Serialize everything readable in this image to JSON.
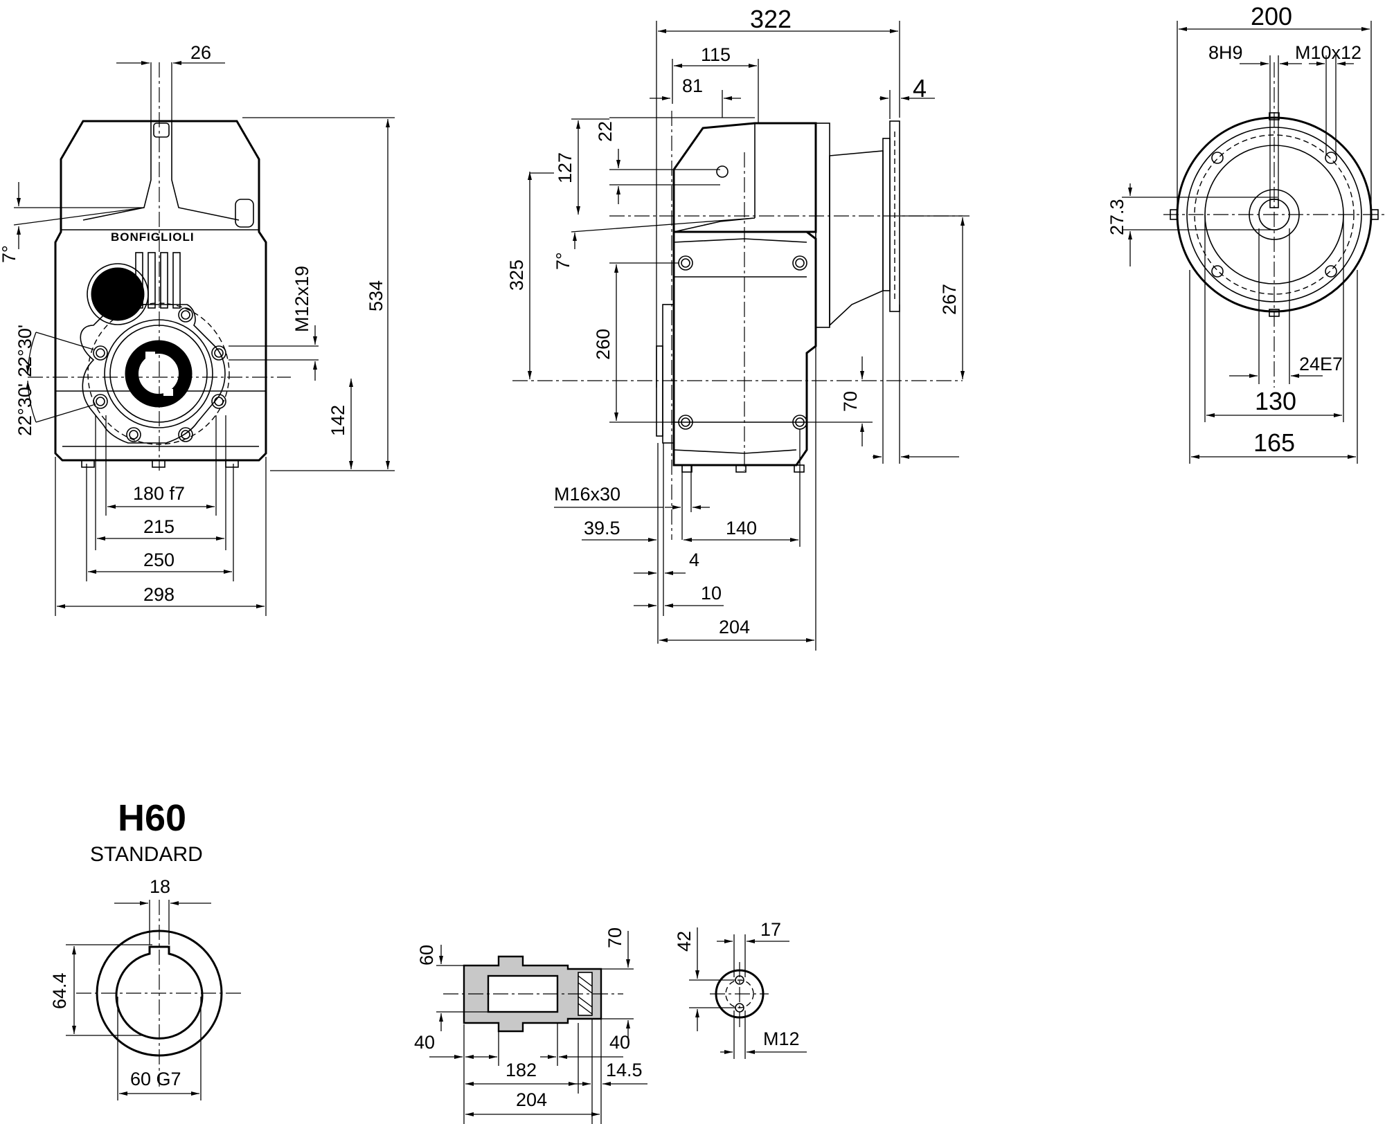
{
  "title": "H60",
  "subtitle": "STANDARD",
  "brand": "BONFIGLIOLI",
  "front_view": {
    "dims": {
      "top_width": "26",
      "angle": "7°",
      "thread": "M12x19",
      "height": "534",
      "angle_upper": "22°30'",
      "angle_lower": "22°30'",
      "shaft_height": "142",
      "d180": "180 f7",
      "d215": "215",
      "d250": "250",
      "d298": "298"
    }
  },
  "side_view": {
    "dims": {
      "d322": "322",
      "d115": "115",
      "d81": "81",
      "d4_top": "4",
      "d22": "22",
      "d127": "127",
      "angle": "7°",
      "d325": "325",
      "d260": "260",
      "d267": "267",
      "d70": "70",
      "thread": "M16x30",
      "d39_5": "39.5",
      "d140": "140",
      "d4_bot": "4",
      "d10": "10",
      "d204": "204"
    }
  },
  "flange_view": {
    "dims": {
      "d200": "200",
      "key": "8H9",
      "thread": "M10x12",
      "d27_3": "27.3",
      "bore": "24E7",
      "d130": "130",
      "d165": "165"
    }
  },
  "shaft_section": {
    "dims": {
      "d18": "18",
      "d64_4": "64.4",
      "bore": "60 G7"
    }
  },
  "hollow_shaft": {
    "dims": {
      "d60": "60",
      "d70": "70",
      "d40_left": "40",
      "d40_right": "40",
      "d182": "182",
      "d14_5": "14.5",
      "d204": "204"
    }
  },
  "end_cap": {
    "dims": {
      "d42": "42",
      "d17": "17",
      "thread": "M12"
    }
  }
}
